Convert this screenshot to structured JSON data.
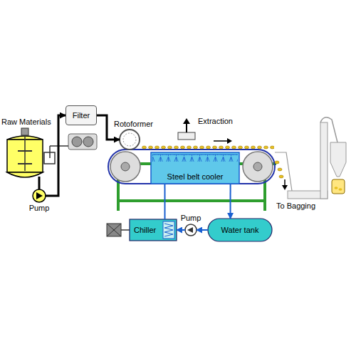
{
  "diagram": {
    "nodes": [
      {
        "text": [
          "Raw Materials"
        ]
      },
      {
        "text": [
          "Pump"
        ]
      },
      {
        "text": [
          "Filter"
        ]
      },
      {
        "text": [
          "Rotoformer"
        ]
      },
      {
        "text": [
          "Steel belt cooler"
        ]
      },
      {
        "text": [
          "Chiller"
        ]
      },
      {
        "text": [
          "Pump"
        ]
      },
      {
        "text": [
          "Water tank"
        ]
      }
    ],
    "edges": [
      {
        "from": 0,
        "to": 1,
        "arrow": "none"
      },
      {
        "from": 1,
        "to": 2,
        "arrow": "to"
      },
      {
        "from": 2,
        "to": 3,
        "arrow": "to"
      },
      {
        "from": 7,
        "to": 6,
        "arrow": "to"
      },
      {
        "from": 6,
        "to": 5,
        "arrow": "to"
      },
      {
        "from": 5,
        "to": 4,
        "arrow": "none"
      },
      {
        "from": 4,
        "to": 7,
        "arrow": "to"
      }
    ],
    "labels": [
      "Extraction",
      "To Bagging"
    ]
  }
}
